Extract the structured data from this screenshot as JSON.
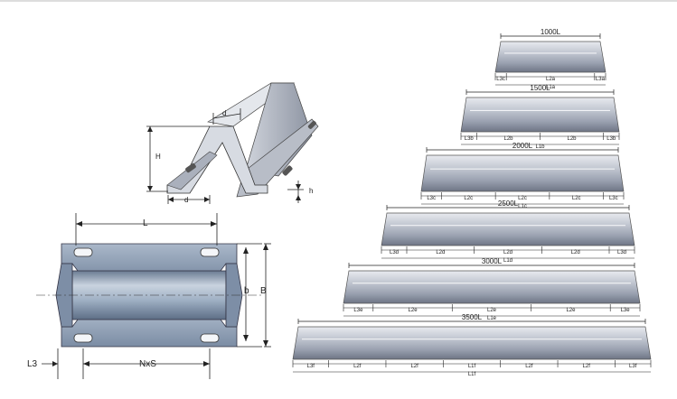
{
  "perspective": {
    "d": "d",
    "H": "H",
    "h": "h",
    "top": "d"
  },
  "plan": {
    "L": "L",
    "b": "b",
    "B": "B",
    "L3": "L3",
    "NxS": "NxS"
  },
  "lengths": [
    {
      "title": "1000L",
      "labels": [
        "L3c",
        "L2a",
        "L3a"
      ],
      "total": "L1a"
    },
    {
      "title": "1500L",
      "labels": [
        "L3b",
        "L2b",
        "L2b",
        "L3b"
      ],
      "mid": "L1b"
    },
    {
      "title": "2000L",
      "labels": [
        "L3c",
        "L2c",
        "L2c",
        "L2c",
        "L3c"
      ],
      "mid": "L1c"
    },
    {
      "title": "2500L",
      "labels": [
        "L3d",
        "L2d",
        "L2d",
        "L2d",
        "L3d"
      ],
      "mid": "L1d"
    },
    {
      "title": "3000L",
      "labels": [
        "L3e",
        "L2e",
        "L2e",
        "L2e",
        "L3e"
      ],
      "mid": "L1e"
    },
    {
      "title": "3500L",
      "labels": [
        "L3f",
        "L2f",
        "L2f",
        "L1f",
        "L2f",
        "L2f",
        "L3f"
      ],
      "mid": "L1f"
    }
  ],
  "colors": {
    "steel_light": "#e6e8ee",
    "steel_mid": "#aeb4c2",
    "steel_dark": "#6c7486",
    "plan_fill": "#8fa0b6"
  }
}
